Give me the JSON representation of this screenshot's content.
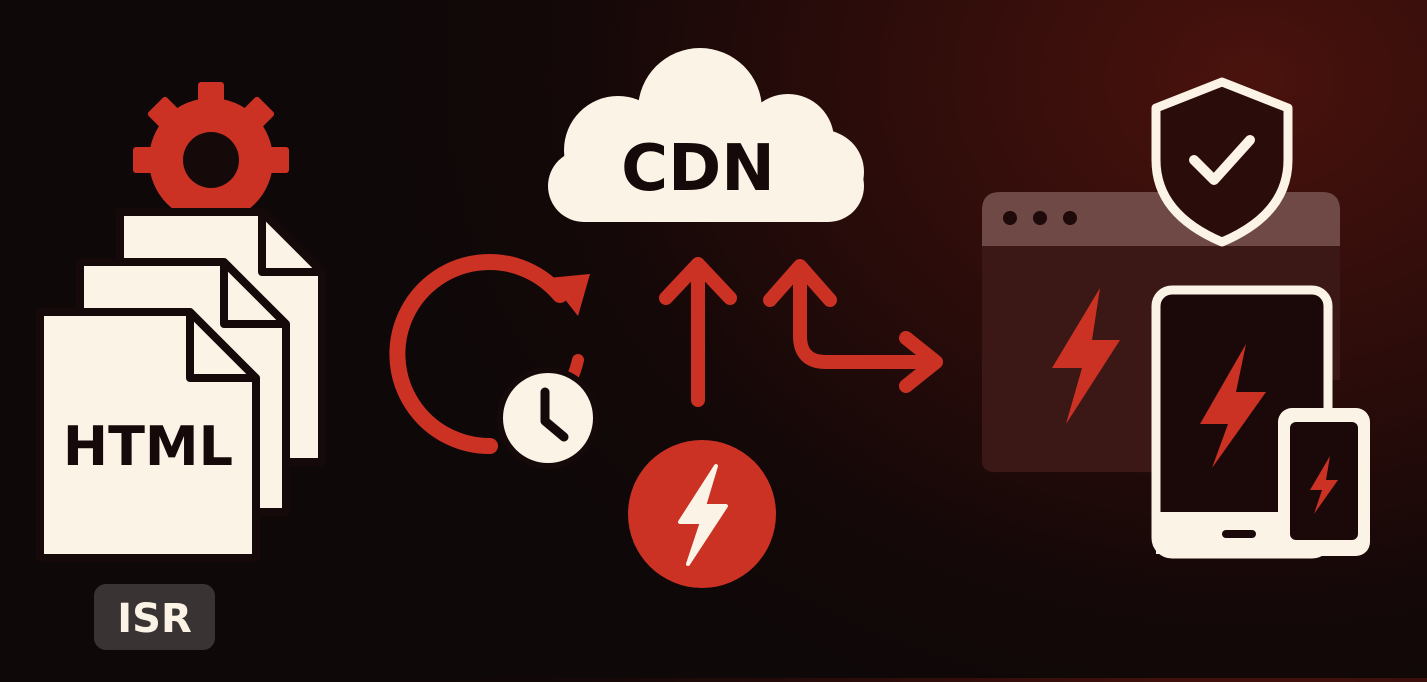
{
  "colors": {
    "background": "#140808",
    "accent_red": "#cc3224",
    "cream": "#fbf3e6",
    "badge_bg": "#3a3333",
    "browser_panel": "#3b1715",
    "browser_bar": "#6e4945"
  },
  "isr_pages": {
    "file_label": "HTML",
    "badge_label": "ISR"
  },
  "cdn": {
    "label": "CDN"
  },
  "icons": [
    "gear-icon",
    "html-document-icon",
    "refresh-arrow-icon",
    "clock-icon",
    "up-arrow-icon",
    "bent-arrow-icon",
    "lightning-bolt-icon",
    "browser-window-icon",
    "shield-check-icon",
    "tablet-icon",
    "phone-icon"
  ]
}
